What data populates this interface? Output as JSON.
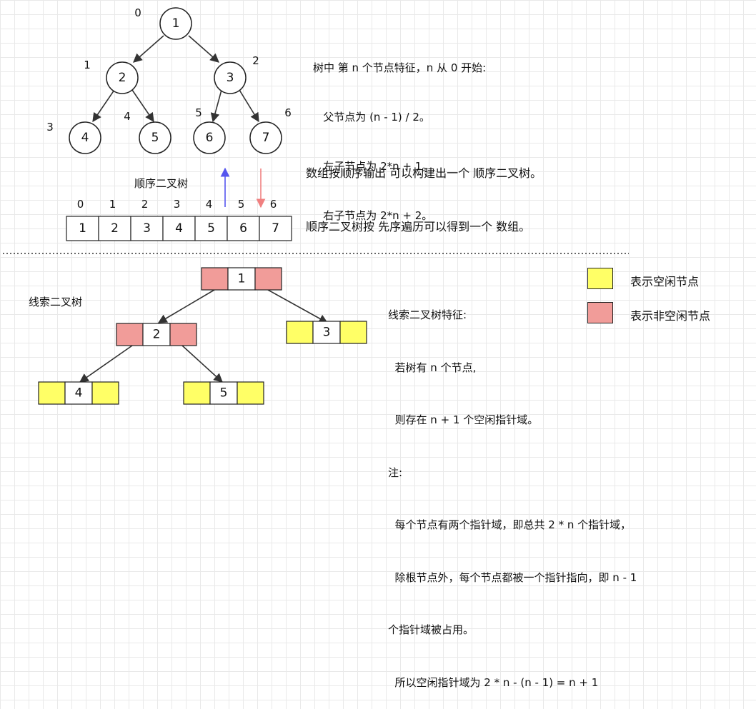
{
  "colors": {
    "free": "#ffff66",
    "occupied": "#f19c99",
    "arrow_up": "#5555ee",
    "arrow_down": "#f08080"
  },
  "tree": {
    "nodes": [
      {
        "value": "1",
        "index": "0"
      },
      {
        "value": "2",
        "index": "1"
      },
      {
        "value": "3",
        "index": "2"
      },
      {
        "value": "4",
        "index": "3"
      },
      {
        "value": "5",
        "index": "4"
      },
      {
        "value": "6",
        "index": "5"
      },
      {
        "value": "7",
        "index": "6"
      }
    ]
  },
  "array": {
    "label": "顺序二叉树",
    "indices": [
      "0",
      "1",
      "2",
      "3",
      "4",
      "5",
      "6"
    ],
    "values": [
      "1",
      "2",
      "3",
      "4",
      "5",
      "6",
      "7"
    ]
  },
  "notes": {
    "top": [
      "树中 第 n 个节点特征，n 从 0 开始:",
      "   父节点为 (n - 1) / 2。",
      "   左子节点为 2*n + 1。",
      "   右子节点为 2*n + 2。"
    ],
    "middle": [
      "数组按顺序输出 可以构建出一个 顺序二叉树。",
      "顺序二叉树按 先序遍历可以得到一个 数组。"
    ],
    "threaded": [
      "线索二叉树特征:",
      "  若树有 n 个节点,",
      "  则存在 n + 1 个空闲指针域。",
      "注:",
      "  每个节点有两个指针域，即总共 2 * n 个指针域，",
      "  除根节点外，每个节点都被一个指针指向，即 n - 1",
      "个指针域被占用。",
      "  所以空闲指针域为 2 * n - (n - 1) = n + 1"
    ]
  },
  "threaded_tree": {
    "label": "线索二叉树",
    "nodes": [
      {
        "value": "1",
        "left": "occupied",
        "right": "occupied"
      },
      {
        "value": "2",
        "left": "occupied",
        "right": "occupied"
      },
      {
        "value": "3",
        "left": "free",
        "right": "free"
      },
      {
        "value": "4",
        "left": "free",
        "right": "free"
      },
      {
        "value": "5",
        "left": "free",
        "right": "free"
      }
    ]
  },
  "legend": {
    "free_label": "表示空闲节点",
    "occupied_label": "表示非空闲节点"
  }
}
